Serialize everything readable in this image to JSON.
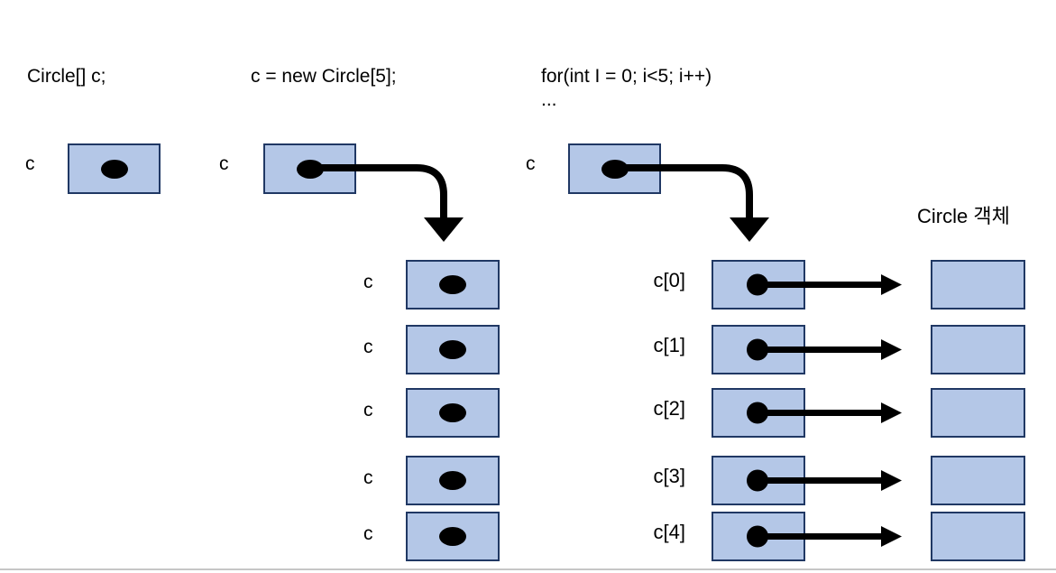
{
  "slide": {
    "steps": {
      "declare": {
        "code": "Circle[] c;",
        "var_label": "c"
      },
      "allocate": {
        "code": "c = new Circle[5];",
        "var_label": "c",
        "slots": [
          "c",
          "c",
          "c",
          "c",
          "c"
        ]
      },
      "iterate": {
        "code_line1": "for(int I = 0; i<5; i++)",
        "code_line2": "...",
        "var_label": "c",
        "slots": [
          "c[0]",
          "c[1]",
          "c[2]",
          "c[3]",
          "c[4]"
        ],
        "objects_title": "Circle 객체"
      }
    }
  },
  "colors": {
    "background": "#ffffff",
    "text": "#000000",
    "box_fill": "#b4c7e7",
    "box_border": "#203864",
    "arrow": "#000000",
    "bottom_line": "#c6c6c6"
  }
}
